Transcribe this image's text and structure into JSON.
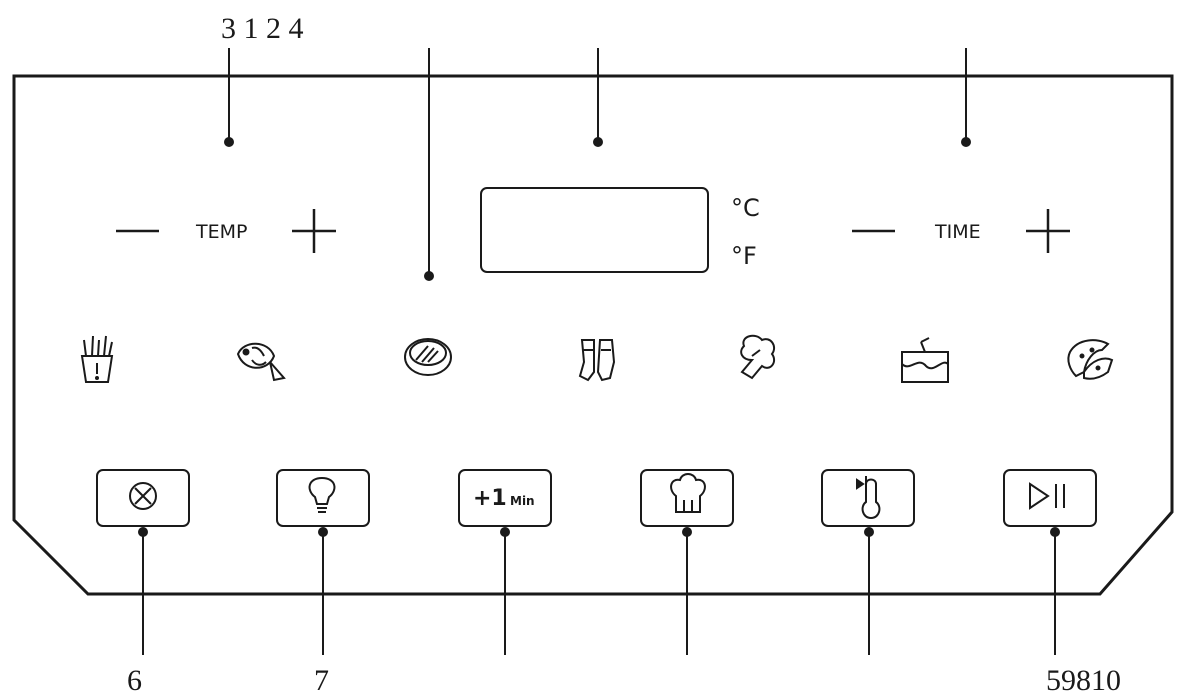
{
  "labels": {
    "top": "3 1 2 4",
    "bottom_6": "6",
    "bottom_7": "7",
    "bottom_right": "59810"
  },
  "controls": {
    "temp_label": "TEMP",
    "time_label": "TIME",
    "celsius": "°C",
    "fahrenheit": "°F"
  },
  "buttons": {
    "plus_one_main": "+1",
    "plus_one_unit": "Min"
  },
  "icons": {
    "presets": [
      "fries-icon",
      "fish-icon",
      "steak-icon",
      "chicken-drumstick-icon",
      "vegetable-icon",
      "cake-icon",
      "chicken-wing-icon"
    ],
    "buttons": [
      "cancel-icon",
      "light-bulb-icon",
      "plus-one-minute-icon",
      "chef-hat-icon",
      "thermometer-preheat-icon",
      "play-pause-icon"
    ]
  }
}
